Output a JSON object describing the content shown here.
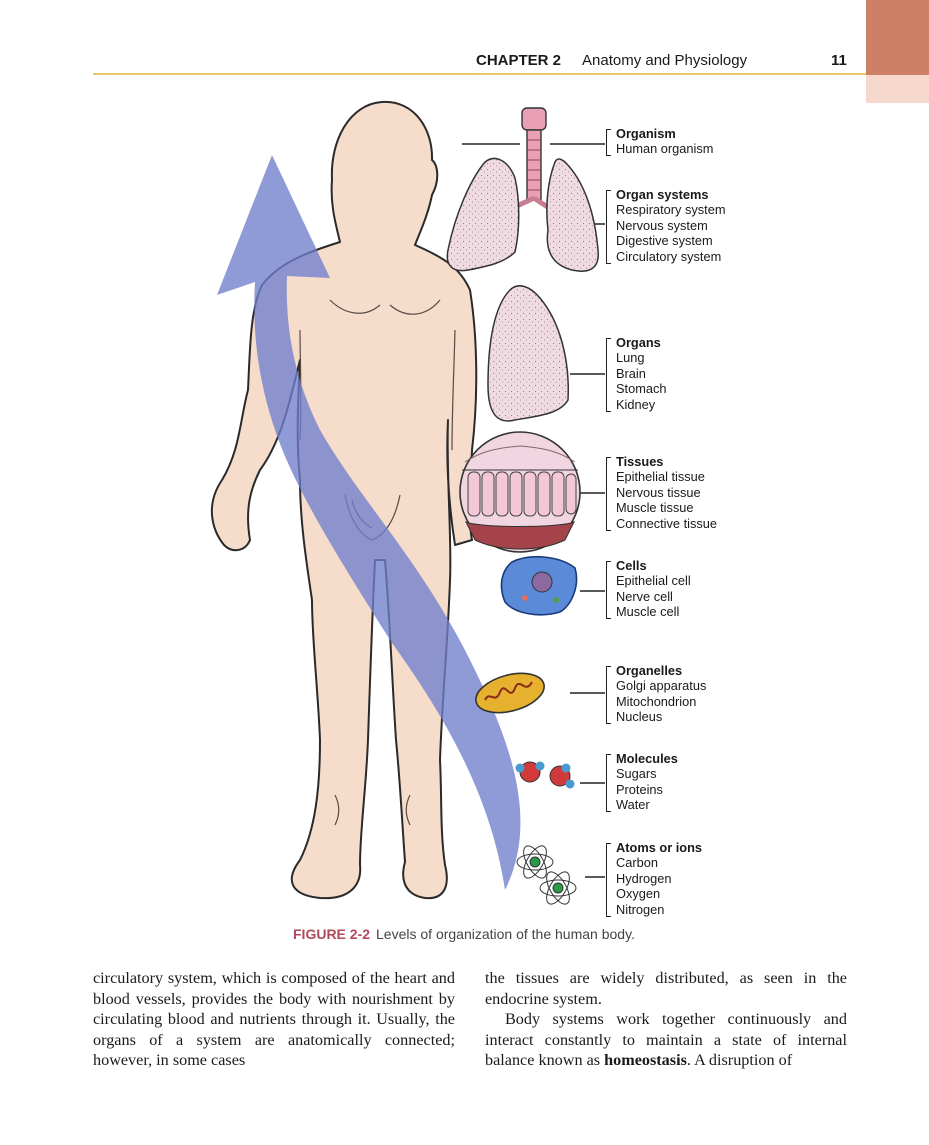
{
  "header": {
    "chapter": "CHAPTER 2",
    "title": "Anatomy and Physiology",
    "page_number": "11"
  },
  "figure": {
    "levels": [
      {
        "title": "Organism",
        "items": [
          "Human organism"
        ]
      },
      {
        "title": "Organ systems",
        "items": [
          "Respiratory system",
          "Nervous system",
          "Digestive system",
          "Circulatory system"
        ]
      },
      {
        "title": "Organs",
        "items": [
          "Lung",
          "Brain",
          "Stomach",
          "Kidney"
        ]
      },
      {
        "title": "Tissues",
        "items": [
          "Epithelial tissue",
          "Nervous tissue",
          "Muscle tissue",
          "Connective tissue"
        ]
      },
      {
        "title": "Cells",
        "items": [
          "Epithelial cell",
          "Nerve cell",
          "Muscle cell"
        ]
      },
      {
        "title": "Organelles",
        "items": [
          "Golgi apparatus",
          "Mitochondrion",
          "Nucleus"
        ]
      },
      {
        "title": "Molecules",
        "items": [
          "Sugars",
          "Proteins",
          "Water"
        ]
      },
      {
        "title": "Atoms or ions",
        "items": [
          "Carbon",
          "Hydrogen",
          "Oxygen",
          "Nitrogen"
        ]
      }
    ],
    "caption_number": "FIGURE 2-2",
    "caption_text": "Levels of organization of the human body."
  },
  "body": {
    "left_column": "circulatory system, which is composed of the heart and blood vessels, provides the body with nourishment by circulating blood and nutrients through it. Usually, the organs of a system are anatomically connected; however, in some cases",
    "right_para1": "the tissues are widely distributed, as seen in the endocrine system.",
    "right_para2_start": "Body systems work together continuously and interact constantly to maintain a state of internal balance known as ",
    "right_para2_term": "homeostasis",
    "right_para2_end": ". A disruption of"
  },
  "colors": {
    "accent_tab": "#cd8066",
    "accent_tab_light": "#f6d9cc",
    "header_rule": "#e8c769",
    "caption_label": "#b04a5a",
    "body_skin": "#f6dccb",
    "arrow": "#6f7fcc"
  }
}
